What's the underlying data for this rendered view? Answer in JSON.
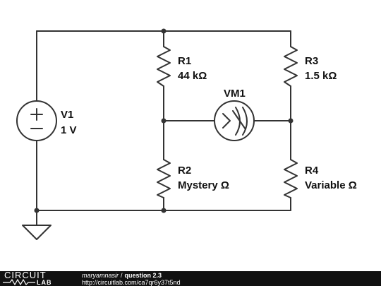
{
  "components": {
    "v1": {
      "name": "V1",
      "value": "1 V"
    },
    "r1": {
      "name": "R1",
      "value": "44 kΩ"
    },
    "r2": {
      "name": "R2",
      "value": "Mystery Ω"
    },
    "r3": {
      "name": "R3",
      "value": "1.5 kΩ"
    },
    "r4": {
      "name": "R4",
      "value": "Variable Ω"
    },
    "vm1": {
      "name": "VM1"
    }
  },
  "footer": {
    "logo_top": "CIRCUIT",
    "logo_bottom": "LAB",
    "author": "maryamnasir",
    "separator": "/",
    "title": "question 2.3",
    "url": "http://circuitlab.com/ca7qr6y37t5nd"
  }
}
